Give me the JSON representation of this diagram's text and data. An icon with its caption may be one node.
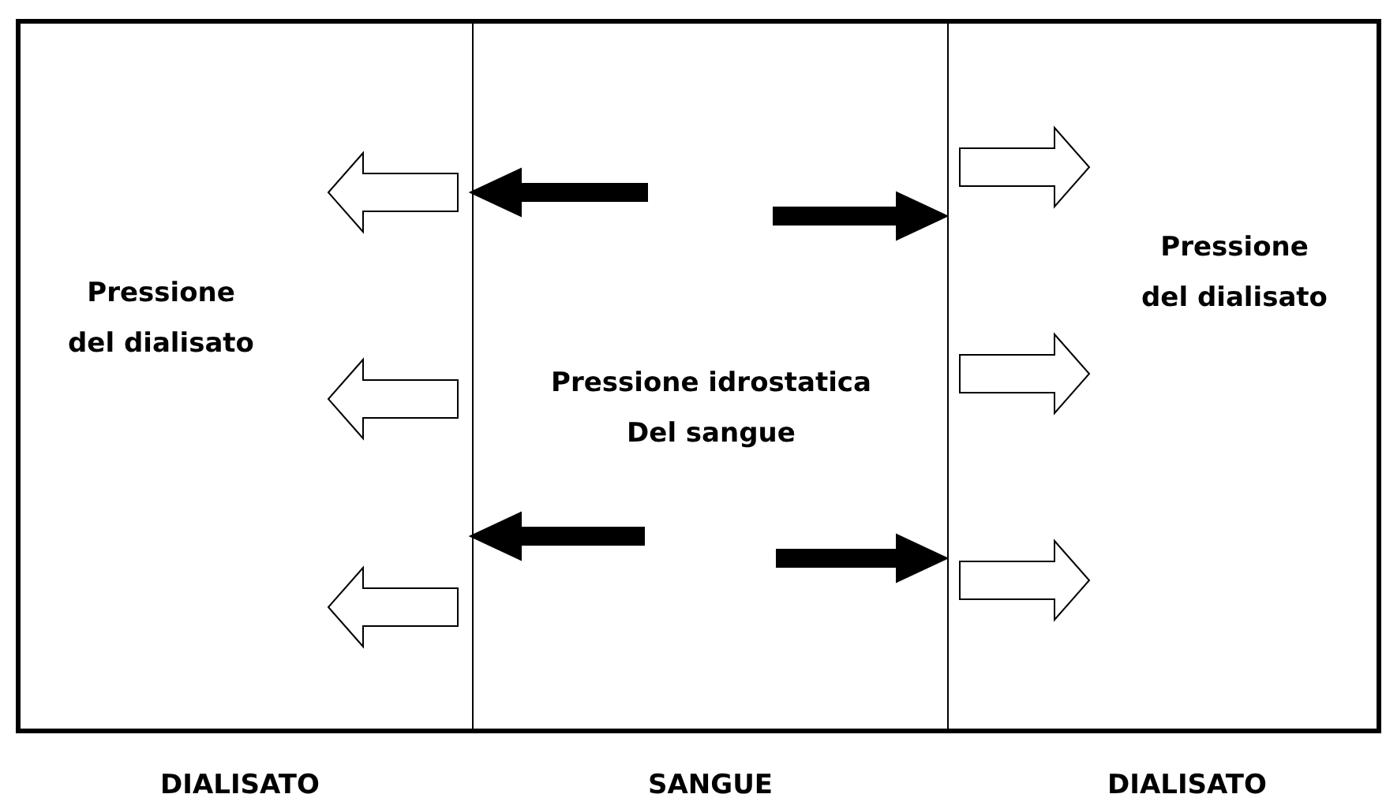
{
  "diagram": {
    "nodes": [
      {
        "text": [],
        "shape": "box"
      },
      {
        "text": [
          "Pressione idrostatica Del sangue"
        ],
        "in": 0
      }
    ],
    "labels": [
      "Pressione del dialisato",
      "Pressione del dialisato",
      "DIALISATO",
      "SANGUE",
      "DIALISATO"
    ]
  }
}
